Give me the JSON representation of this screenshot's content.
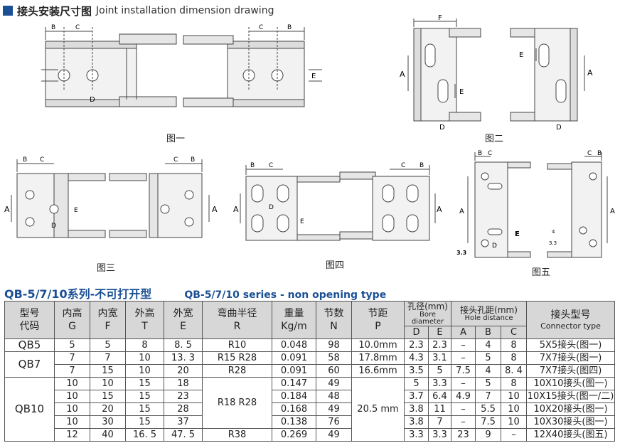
{
  "header": {
    "title_zh": "接头安装尺寸图",
    "title_en": "Joint installation dimension drawing"
  },
  "figures": {
    "fig1": {
      "caption": "图一",
      "labels": {
        "B": "B",
        "C": "C",
        "E": "E",
        "D": "D"
      }
    },
    "fig2": {
      "caption": "图二",
      "labels": {
        "F": "F",
        "A": "A",
        "E": "E",
        "D": "D"
      }
    },
    "fig3": {
      "caption": "图三",
      "labels": {
        "B": "B",
        "C": "C",
        "A": "A",
        "E": "E",
        "D": "D"
      }
    },
    "fig4": {
      "caption": "图四",
      "labels": {
        "B": "B",
        "C": "C",
        "A": "A",
        "E": "E",
        "D": "D"
      }
    },
    "fig5": {
      "caption": "图五",
      "labels": {
        "B": "B",
        "C": "C",
        "A": "A",
        "E": "E",
        "D": "D",
        "n1": "3.3",
        "n2": "4",
        "n3": "3.3"
      }
    }
  },
  "section": {
    "title_zh": "QB-5/7/10系列-不可打开型",
    "title_en": "QB-5/7/10 series - non opening type"
  },
  "table": {
    "headers": {
      "model": [
        "型号",
        "代码"
      ],
      "inner_h": [
        "内高",
        "G"
      ],
      "inner_w": [
        "内宽",
        "F"
      ],
      "outer_h": [
        "外高",
        "T"
      ],
      "outer_w": [
        "外宽",
        "E"
      ],
      "radius": [
        "弯曲半径",
        "R"
      ],
      "weight": [
        "重量",
        "Kg/m"
      ],
      "links": [
        "节数",
        "N"
      ],
      "pitch": [
        "节距",
        "P"
      ],
      "bore": [
        "孔径(mm)",
        "Bore diameter"
      ],
      "bore_d": "D",
      "bore_e": "E",
      "hole": [
        "接头孔距(mm)",
        "Hole distance"
      ],
      "hole_a": "A",
      "hole_b": "B",
      "hole_c": "C",
      "conn": [
        "接头型号",
        "Connector type"
      ]
    },
    "rows": [
      {
        "model": "QB5",
        "G": "5",
        "F": "5",
        "T": "8",
        "E": "8. 5",
        "R": "R10",
        "W": "0.048",
        "N": "98",
        "P": "10.0mm",
        "D": "2.3",
        "Ed": "2.3",
        "A": "–",
        "B": "4",
        "C": "8",
        "conn": "5X5接头(图一)"
      },
      {
        "model": "QB7",
        "G": "7",
        "F": "7",
        "T": "10",
        "E": "13. 3",
        "R": "R15  R28",
        "W": "0.091",
        "N": "58",
        "P": "17.8mm",
        "D": "4.3",
        "Ed": "3.1",
        "A": "–",
        "B": "5",
        "C": "8",
        "conn": "7X7接头(图一)"
      },
      {
        "model": "",
        "G": "7",
        "F": "15",
        "T": "10",
        "E": "20",
        "R": "R28",
        "W": "0.091",
        "N": "60",
        "P": "16.6mm",
        "D": "3.5",
        "Ed": "5",
        "A": "7.5",
        "B": "4",
        "C": "8. 4",
        "conn": "7X7接头(图四)"
      },
      {
        "model": "QB10",
        "G": "10",
        "F": "10",
        "T": "15",
        "E": "18",
        "R": "R18  R28",
        "W": "0.147",
        "N": "49",
        "P": "20.5 mm",
        "D": "5",
        "Ed": "3.3",
        "A": "–",
        "B": "5",
        "C": "8",
        "conn": "10X10接头(图一)"
      },
      {
        "model": "",
        "G": "10",
        "F": "15",
        "T": "15",
        "E": "23",
        "R": "",
        "W": "0.184",
        "N": "48",
        "P": "",
        "D": "3.7",
        "Ed": "6.4",
        "A": "4.9",
        "B": "7",
        "C": "10",
        "conn": "10X15接头(图一/二)"
      },
      {
        "model": "",
        "G": "10",
        "F": "20",
        "T": "15",
        "E": "28",
        "R": "",
        "W": "0.168",
        "N": "49",
        "P": "",
        "D": "3.8",
        "Ed": "11",
        "A": "–",
        "B": "5.5",
        "C": "10",
        "conn": "10X20接头(图一)"
      },
      {
        "model": "",
        "G": "10",
        "F": "30",
        "T": "15",
        "E": "37",
        "R": "",
        "W": "0.138",
        "N": "76",
        "P": "",
        "D": "3.8",
        "Ed": "7",
        "A": "–",
        "B": "7.5",
        "C": "10",
        "conn": "10X30接头(图一)"
      },
      {
        "model": "",
        "G": "12",
        "F": "40",
        "T": "16. 5",
        "E": "47. 5",
        "R": "R38",
        "W": "0.269",
        "N": "49",
        "P": "",
        "D": "3.3",
        "Ed": "3.3",
        "A": "23",
        "B": "9",
        "C": "–",
        "conn": "12X40接头(图五)"
      }
    ]
  }
}
